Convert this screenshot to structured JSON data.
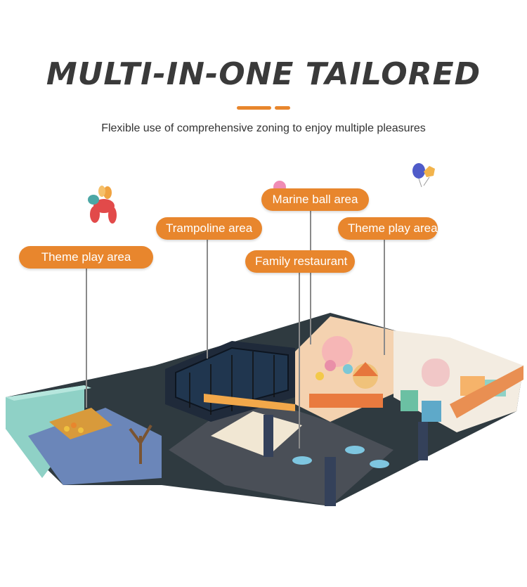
{
  "header": {
    "title": "MULTI-IN-ONE TAILORED",
    "subtitle": "Flexible use of comprehensive zoning to enjoy multiple pleasures"
  },
  "colors": {
    "accent": "#e8862d",
    "title": "#3a3a3a",
    "wall_teal": "#8fd1c6",
    "floor_dark": "#4a4f57"
  },
  "labels": {
    "theme_play_left": "Theme play area",
    "trampoline": "Trampoline area",
    "marine_ball": "Marine ball area",
    "family_restaurant": "Family restaurant",
    "theme_play_right": "Theme play area"
  }
}
